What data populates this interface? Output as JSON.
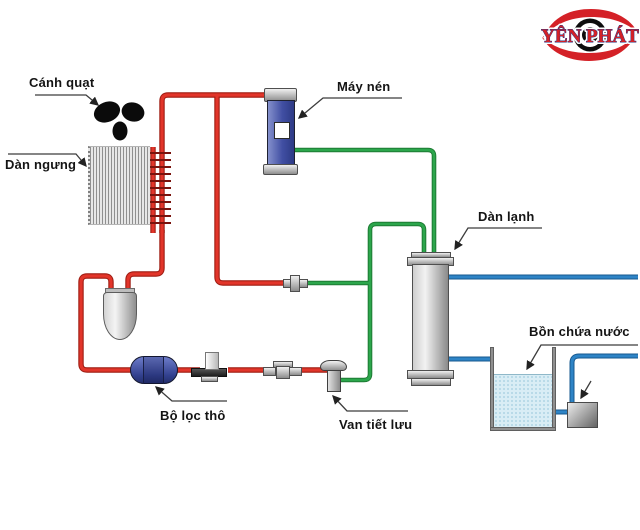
{
  "logo": {
    "text": "YÊN PHÁT",
    "text_color": "#d42127",
    "outline_color": "#2a3580"
  },
  "labels": {
    "fan": "Cánh quạt",
    "condenser": "Dàn ngưng",
    "compressor": "Máy nén",
    "evaporator": "Dàn lạnh",
    "water_tank": "Bồn chứa nước",
    "coarse_filter": "Bộ lọc thô",
    "expansion_valve": "Van tiết lưu"
  },
  "colors": {
    "hot_line": "#e2352a",
    "refrigerant_line": "#2ca64c",
    "water_line": "#2e84c6",
    "component_blue": "#414fa3"
  }
}
